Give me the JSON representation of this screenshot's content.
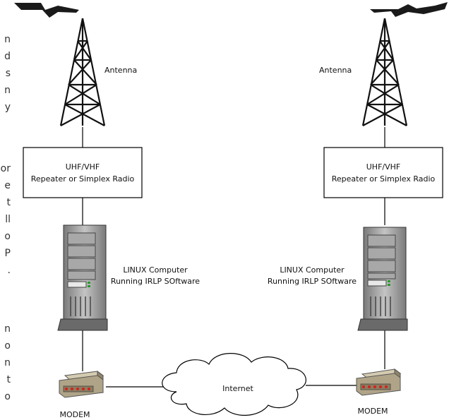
{
  "nodes": {
    "left_antenna": "Antenna",
    "right_antenna": "Antenna",
    "left_radio": [
      "UHF/VHF",
      "Repeater or Simplex Radio"
    ],
    "right_radio": [
      "UHF/VHF",
      "Repeater or Simplex Radio"
    ],
    "left_computer": [
      "LINUX Computer",
      "Running IRLP SOftware"
    ],
    "right_computer": [
      "LINUX Computer",
      "Running IRLP SOftware"
    ],
    "left_modem": "MODEM",
    "right_modem": "MODEM",
    "cloud": "Internet"
  },
  "edge_text_fragments": [
    "n",
    "d",
    "s",
    "n",
    "y",
    "or",
    "e",
    "t",
    "ll",
    "o",
    "P",
    ".",
    "n",
    "o",
    "n",
    "t",
    "o"
  ],
  "colors": {
    "line": "#000000",
    "box_border": "#000000",
    "tower_gray": "#909090",
    "tower_dark": "#4a4a4a",
    "modem_body": "#b0a488",
    "modem_led": "#d42020",
    "cloud_fill": "#ffffff"
  },
  "icons": [
    "antenna-tower-icon",
    "lightning-bolt-icon",
    "computer-tower-icon",
    "modem-icon",
    "internet-cloud-icon"
  ]
}
